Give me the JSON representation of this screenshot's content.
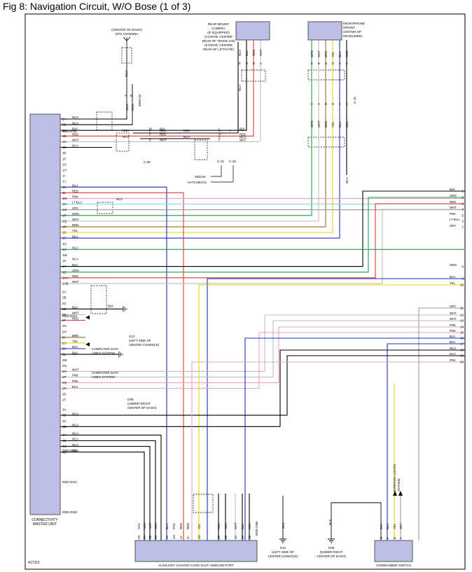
{
  "title": "Fig 8: Navigation Circuit, W/O Bose (1 of 3)",
  "colors": {
    "BLK": "#000000",
    "RED": "#e03a3a",
    "WHT": "#bdbdbd",
    "GRN": "#1aa34a",
    "BLU": "#1f2fb8",
    "YEL": "#e8d400",
    "PNK": "#f0a3b6",
    "LT BLU": "#8ad8ee",
    "GRY": "#9a9a9a",
    "BRN": "#9a6a33",
    "NCA": "#000000"
  },
  "components": {
    "gps": [
      "(CENTER OF DASH)",
      "GPS ANTENNA"
    ],
    "camera": [
      "REAR MOUNT",
      "CAMERA",
      "(IF EQUIPPED)",
      "(4 DOOR: CENTER",
      "REAR OF TRUNK LID)",
      "(5 DOOR: CENTER",
      "REAR OF LIFTGATE)"
    ],
    "mic": [
      "MICROPHONE",
      "(FRONT",
      "CENTER OF",
      "HEADLINER)"
    ],
    "master": [
      "CONNECTIVITY",
      "MASTER UNIT"
    ],
    "aux": "AUXILIARY JACK/SD CARD SLOT HUB/USB PORT",
    "cmd": "COMMANDER SWITCH",
    "ext_lights": [
      "INTERIOR LIGHTS",
      "SYSTEM"
    ],
    "doc_id": "417312"
  },
  "grounds": {
    "g12a": [
      "G12",
      "(LEFT SIDE OF",
      "CENTER CONSOLE)"
    ],
    "g09a": [
      "G09",
      "(UNDER RIGHT",
      "CENTER OF DASH)"
    ],
    "g12b": [
      "G12",
      "(LEFT SIDE OF",
      "CENTER CONSOLE)"
    ],
    "g09b": [
      "G09",
      "(UNDER RIGHT",
      "CENTER OF DASH)"
    ]
  },
  "notes": {
    "cdl1": [
      "COMPUTER DATA",
      "LINES SYSTEM"
    ],
    "cdl2": [
      "COMPUTER DATA",
      "LINES SYSTEM"
    ],
    "sedan": "SEDAN",
    "hatch": "HATCHBACK"
  },
  "connector_ids": {
    "c1": "0920-201E",
    "c2": "0920-201A",
    "c3": "0920-201B",
    "c4": "0920-201C",
    "c5": "0920-201D",
    "gps": "0920-1B",
    "c09": "C-09",
    "c16a": "C-16",
    "c16b": "C-16",
    "mic": "C-15",
    "aux": "0920-2365"
  },
  "master_pins": [
    {
      "pin": "5A",
      "wire": "NCA",
      "color": "NCA"
    },
    {
      "pin": "5B",
      "wire": "NCA",
      "color": "NCA"
    },
    {
      "pin": "1A",
      "wire": "BLK",
      "color": "BLK"
    },
    {
      "pin": "1B",
      "wire": "RED",
      "color": "RED"
    },
    {
      "pin": "1C",
      "wire": "WHT",
      "color": "WHT"
    },
    {
      "pin": "1D",
      "wire": "NCA",
      "color": "NCA"
    },
    {
      "pin": "1E",
      "wire": "",
      "color": ""
    },
    {
      "pin": "1F",
      "wire": "",
      "color": ""
    },
    {
      "pin": "1G",
      "wire": "",
      "color": ""
    },
    {
      "pin": "1H",
      "wire": "",
      "color": ""
    },
    {
      "pin": "1I",
      "wire": "",
      "color": ""
    },
    {
      "pin": "1J",
      "wire": "",
      "color": ""
    },
    {
      "pin": "1K",
      "wire": "BLU",
      "color": "BLU"
    },
    {
      "pin": "1L",
      "wire": "RED",
      "color": "RED"
    },
    {
      "pin": "1M",
      "wire": "PNK",
      "color": "PNK"
    },
    {
      "pin": "1N",
      "wire": "LT BLU",
      "color": "LT BLU"
    },
    {
      "pin": "1O",
      "wire": "GRY",
      "color": "GRY"
    },
    {
      "pin": "1P",
      "wire": "GRN",
      "color": "GRN"
    },
    {
      "pin": "1Q",
      "wire": "WHT",
      "color": "WHT"
    },
    {
      "pin": "1R",
      "wire": "BRN",
      "color": "BRN"
    },
    {
      "pin": "1S",
      "wire": "YEL",
      "color": "YEL"
    },
    {
      "pin": "1T",
      "wire": "BLU",
      "color": "BLU"
    },
    {
      "pin": "1U",
      "wire": "",
      "color": ""
    },
    {
      "pin": "1V",
      "wire": "NCA",
      "color": "NCA"
    },
    {
      "pin": "1W",
      "wire": "",
      "color": ""
    },
    {
      "pin": "1X",
      "wire": "NCA",
      "color": "NCA"
    },
    {
      "pin": "1Y",
      "wire": "BLK",
      "color": "BLK"
    },
    {
      "pin": "1Z",
      "wire": "GRN",
      "color": "GRN"
    },
    {
      "pin": "1AA",
      "wire": "RED",
      "color": "RED"
    },
    {
      "pin": "1AB",
      "wire": "WHT",
      "color": "WHT"
    },
    {
      "pin": "2A",
      "wire": "",
      "color": ""
    },
    {
      "pin": "2B",
      "wire": "",
      "color": ""
    },
    {
      "pin": "2C",
      "wire": "",
      "color": ""
    },
    {
      "pin": "2D",
      "wire": "BLK",
      "color": "BLK"
    },
    {
      "pin": "2E",
      "wire": "WHT",
      "color": "WHT"
    },
    {
      "pin": "2F",
      "wire": "RED",
      "color": "RED"
    },
    {
      "pin": "2G",
      "wire": "",
      "color": ""
    },
    {
      "pin": "2H",
      "wire": "",
      "color": ""
    },
    {
      "pin": "2I",
      "wire": "BRN",
      "color": "BRN"
    },
    {
      "pin": "2J",
      "wire": "YEL",
      "color": "YEL"
    },
    {
      "pin": "2K",
      "wire": "BLU",
      "color": "BLU"
    },
    {
      "pin": "2L",
      "wire": "BLK",
      "color": "BLK"
    },
    {
      "pin": "2M",
      "wire": "",
      "color": ""
    },
    {
      "pin": "2N",
      "wire": "",
      "color": ""
    },
    {
      "pin": "2O",
      "wire": "WHT",
      "color": "WHT"
    },
    {
      "pin": "2P",
      "wire": "PNK",
      "color": "PNK"
    },
    {
      "pin": "2Q",
      "wire": "PNK",
      "color": "PNK"
    },
    {
      "pin": "2R",
      "wire": "BLU",
      "color": "BLU"
    },
    {
      "pin": "2S",
      "wire": "",
      "color": ""
    },
    {
      "pin": "2T",
      "wire": "",
      "color": ""
    },
    {
      "pin": "3A",
      "wire": "",
      "color": ""
    },
    {
      "pin": "3B",
      "wire": "NCA",
      "color": "NCA"
    },
    {
      "pin": "3C",
      "wire": "",
      "color": ""
    },
    {
      "pin": "3D",
      "wire": "NCA",
      "color": "NCA"
    },
    {
      "pin": "4A",
      "wire": "NCA",
      "color": "NCA"
    },
    {
      "pin": "4B",
      "wire": "NCA",
      "color": "NCA"
    },
    {
      "pin": "4C",
      "wire": "NCA",
      "color": "NCA"
    },
    {
      "pin": "4D",
      "wire": "NCA",
      "color": "NCA"
    }
  ],
  "right_edge": [
    {
      "num": "1",
      "wire": "BLK",
      "color": "BLK"
    },
    {
      "num": "2",
      "wire": "GRN",
      "color": "GRN"
    },
    {
      "num": "3",
      "wire": "RED",
      "color": "RED"
    },
    {
      "num": "4",
      "wire": "WHT",
      "color": "WHT"
    },
    {
      "num": "5",
      "wire": "PNK",
      "color": "PNK"
    },
    {
      "num": "6",
      "wire": "LT BLU",
      "color": "LT BLU"
    },
    {
      "num": "7",
      "wire": "GRY",
      "color": "GRY"
    },
    {
      "num": "8",
      "wire": "GRN",
      "color": "GRN"
    },
    {
      "num": "9",
      "wire": "BLU",
      "color": "BLU"
    },
    {
      "num": "10",
      "wire": "YEL",
      "color": "YEL"
    },
    {
      "num": "11",
      "wire": "GRY",
      "color": "GRY"
    },
    {
      "num": "12",
      "wire": "WHT",
      "color": "WHT"
    },
    {
      "num": "13",
      "wire": "WHT",
      "color": "WHT"
    },
    {
      "num": "14",
      "wire": "PNK",
      "color": "PNK"
    },
    {
      "num": "15",
      "wire": "PNK",
      "color": "PNK"
    },
    {
      "num": "16",
      "wire": "BLU",
      "color": "BLU"
    },
    {
      "num": "17",
      "wire": "BLU",
      "color": "BLU"
    },
    {
      "num": "18",
      "wire": "NCA",
      "color": "NCA"
    },
    {
      "num": "19",
      "wire": "NCA",
      "color": "NCA"
    },
    {
      "num": "20",
      "wire": "PNK",
      "color": "PNK"
    }
  ],
  "camera_pins": [
    {
      "pin": "E",
      "wire": "NCA",
      "color": "NCA"
    },
    {
      "pin": "G",
      "wire": "BLK",
      "color": "BLK"
    },
    {
      "pin": "B",
      "wire": "RED",
      "color": "RED"
    },
    {
      "pin": "A",
      "wire": "WHT",
      "color": "WHT"
    }
  ],
  "camera_c16": [
    {
      "pin": "K",
      "wire": "",
      "color": "NCA"
    },
    {
      "pin": "I",
      "wire": "",
      "color": "NCA"
    },
    {
      "pin": "I",
      "wire": "BLK",
      "color": "BLK"
    },
    {
      "pin": "H",
      "wire": "RED",
      "color": "RED"
    },
    {
      "pin": "E",
      "wire": "NCA",
      "color": "NCA"
    },
    {
      "pin": "F",
      "wire": "WHT",
      "color": "WHT"
    }
  ],
  "c09_pins": [
    {
      "pin": "L",
      "wire": "NCA"
    },
    {
      "pin": "M",
      "wire": "BLK"
    },
    {
      "pin": "F",
      "wire": "RED"
    },
    {
      "pin": "E",
      "wire": "WHT"
    }
  ],
  "mic_pins": [
    {
      "pin": "E",
      "wire": "GRN",
      "color": "GRN"
    },
    {
      "pin": "B",
      "wire": "WHT",
      "color": "WHT"
    },
    {
      "pin": "G",
      "wire": "BRN",
      "color": "BRN"
    },
    {
      "pin": "D",
      "wire": "YEL",
      "color": "YEL"
    },
    {
      "pin": "A",
      "wire": "BLU",
      "color": "BLU"
    },
    {
      "pin": "E",
      "wire": "RED",
      "color": "RED"
    }
  ],
  "mic_c15": [
    {
      "pin": "C",
      "wire": "GRN"
    },
    {
      "pin": "A",
      "wire": "WHT"
    },
    {
      "pin": "B",
      "wire": "BRN"
    },
    {
      "pin": "D",
      "wire": "YEL"
    },
    {
      "pin": "J",
      "wire": "BLU"
    },
    {
      "pin": "E",
      "wire": "NCA"
    }
  ],
  "aux_pins": [
    {
      "pin": "2D",
      "wire": "NCA",
      "color": "NCA"
    },
    {
      "pin": "2A",
      "wire": "NCA",
      "color": "NCA"
    },
    {
      "pin": "2B",
      "wire": "NCA",
      "color": "NCA"
    },
    {
      "pin": "2C",
      "wire": "NCA",
      "color": "NCA"
    },
    {
      "pin": "1K",
      "wire": "BLU",
      "color": "BLU"
    },
    {
      "pin": "1M",
      "wire": "PNK",
      "color": "PNK"
    },
    {
      "pin": "1J",
      "wire": "RED",
      "color": "RED"
    },
    {
      "pin": "1L",
      "wire": "RED",
      "color": "RED"
    },
    {
      "pin": "1G",
      "wire": "YEL",
      "color": "YEL"
    },
    {
      "pin": "1F",
      "wire": "NCA",
      "color": "NCA"
    },
    {
      "pin": "1E",
      "wire": "NCA",
      "color": "NCA"
    },
    {
      "pin": "1C",
      "wire": "WHT",
      "color": "WHT"
    },
    {
      "pin": "1A",
      "wire": "BLK",
      "color": "BLK"
    },
    {
      "pin": "1B",
      "wire": "NCA",
      "color": "NCA"
    }
  ],
  "cmd_pins": [
    {
      "pin": "G",
      "wire": "BLK",
      "color": "BLK"
    },
    {
      "pin": "F",
      "wire": "BLU",
      "color": "BLU"
    },
    {
      "pin": "B",
      "wire": "YEL",
      "color": "YEL"
    },
    {
      "pin": "A",
      "wire": "GRY",
      "color": "GRY"
    }
  ],
  "gps_pins": [
    {
      "pin": "A",
      "wire": "NCA"
    },
    {
      "pin": "B",
      "wire": "NCA"
    }
  ],
  "aux_gnd_wire": "BLK",
  "cmd_gnd_wire": "BLK"
}
